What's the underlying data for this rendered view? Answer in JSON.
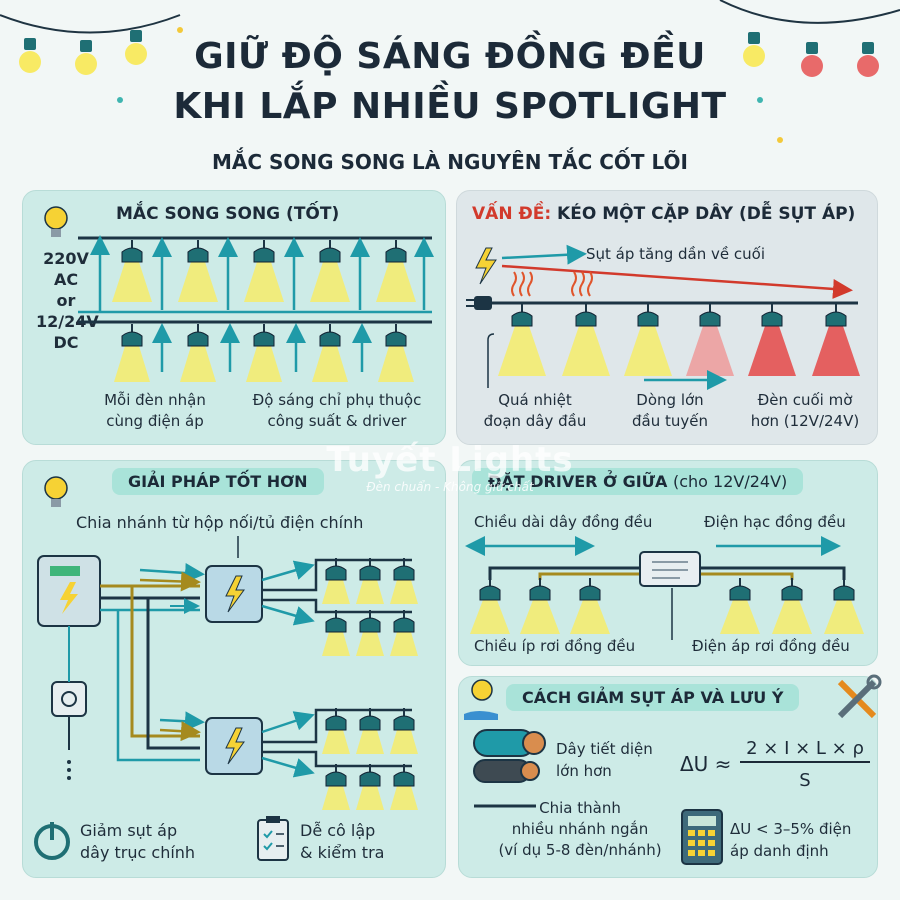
{
  "title_line1": "GIỮ ĐỘ SÁNG ĐỒNG ĐỀU",
  "title_line2": "KHI LẮP NHIỀU SPOTLIGHT",
  "subtitle": "MẮC SONG SONG LÀ NGUYÊN TẮC CỐT LÕI",
  "parallel": {
    "heading": "MẮC SONG SONG (TỐT)",
    "source_lines": [
      "220V",
      "AC",
      "or",
      "12/24V",
      "DC"
    ],
    "label_left": [
      "Mỗi đèn nhận",
      "cùng điện áp"
    ],
    "label_right": [
      "Độ sáng chỉ phụ thuộc",
      "công suất & driver"
    ]
  },
  "problem": {
    "heading_red": "VẤN ĐỀ:",
    "heading_rest": "KÉO MỘT CẶP DÂY (DỄ SỤT ÁP)",
    "arrow_label": "Sụt áp tăng dần về cuối",
    "label1": [
      "Quá nhiệt",
      "đoạn dây đầu"
    ],
    "label2": [
      "Dòng lớn",
      "đầu tuyến"
    ],
    "label3": [
      "Đèn cuối mờ",
      "hơn (12V/24V)"
    ]
  },
  "solution": {
    "heading": "GIẢI PHÁP TỐT HƠN",
    "branch_label": "Chia nhánh từ hộp nối/tủ điện chính",
    "footer_left": [
      "Giảm sụt áp",
      "dây trục chính"
    ],
    "footer_right": [
      "Dễ cô lập",
      "& kiểm tra"
    ]
  },
  "driver": {
    "heading_bold": "ĐẶT DRIVER Ở GIỮA",
    "heading_rest": "(cho 12V/24V)",
    "top_left": "Chiều dài dây đồng đều",
    "top_right": "Điện hạc đồng đều",
    "bottom_left": "Chiều íp rơi đồng đều",
    "bottom_right": "Điện áp rơi đồng đều"
  },
  "tips": {
    "heading": "CÁCH GIẢM SỤT ÁP VÀ LƯU Ý",
    "cable_label": [
      "Dây tiết diện",
      "lớn hơn"
    ],
    "formula_lhs": "ΔU ≈",
    "formula_num": "2 × I × L × ρ",
    "formula_den": "S",
    "branch_tip": [
      "Chia thành",
      "nhiều nhánh ngắn",
      "(ví dụ 5-8 đèn/nhánh)"
    ],
    "limit_tip": [
      "ΔU < 3–5% điện",
      "áp danh định"
    ]
  },
  "watermark": {
    "brand": "Tuyết Lights",
    "tagline": "Đèn chuẩn - Không giữ chất"
  },
  "colors": {
    "panel": "#cdebe7",
    "panel_gray": "#dfe7ea",
    "pill": "#a9e3d9",
    "wire_dark": "#1c3444",
    "wire_teal": "#1f9aa8",
    "wire_olive": "#a58a1e",
    "lamp_body": "#1f6f74",
    "beam_yellow": "#f6ec6a",
    "beam_red": "#e54848",
    "problem_red": "#d23a2c"
  }
}
